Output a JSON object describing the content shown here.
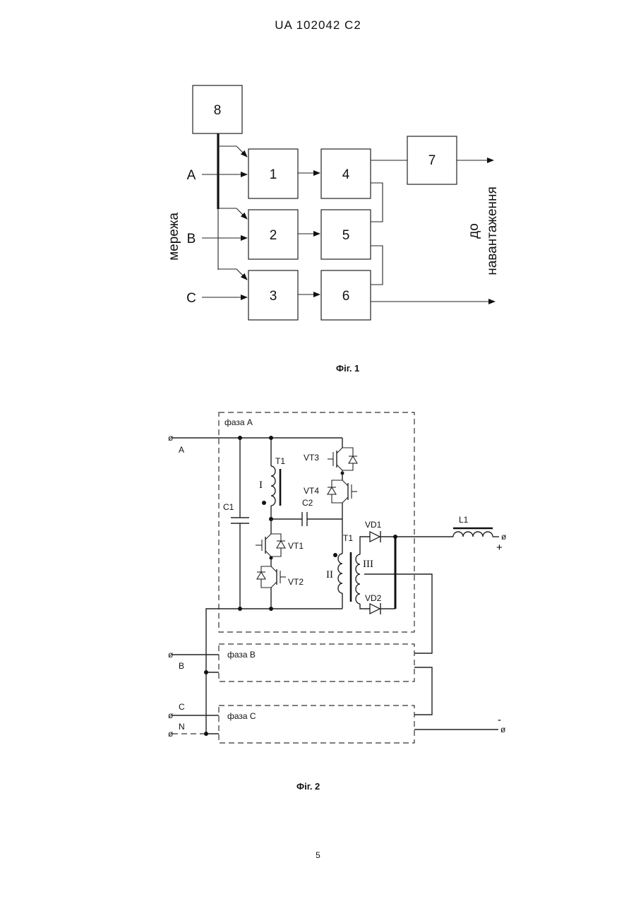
{
  "header": {
    "doc_number": "UA   102042   C2"
  },
  "fig1": {
    "blocks": [
      "8",
      "1",
      "2",
      "3",
      "4",
      "5",
      "6",
      "7"
    ],
    "inputs": [
      "A",
      "B",
      "C"
    ],
    "left_label": "мережа",
    "right_label_line1": "до",
    "right_label_line2": "навантаження",
    "caption": "Фіг. 1"
  },
  "fig2": {
    "phase_a": "фаза А",
    "phase_b": "фаза В",
    "phase_c": "фаза С",
    "in_a": "А",
    "in_b": "В",
    "in_c": "С",
    "in_n": "N",
    "c1": "C1",
    "c2": "C2",
    "t1_top": "T1",
    "t1_bottom": "T1",
    "winding_i": "I",
    "winding_ii": "II",
    "winding_iii": "III",
    "vt1": "VT1",
    "vt2": "VT2",
    "vt3": "VT3",
    "vt4": "VT4",
    "vd1": "VD1",
    "vd2": "VD2",
    "l1": "L1",
    "plus": "+",
    "minus": "-",
    "caption": "Фіг. 2"
  },
  "page_number": "5"
}
